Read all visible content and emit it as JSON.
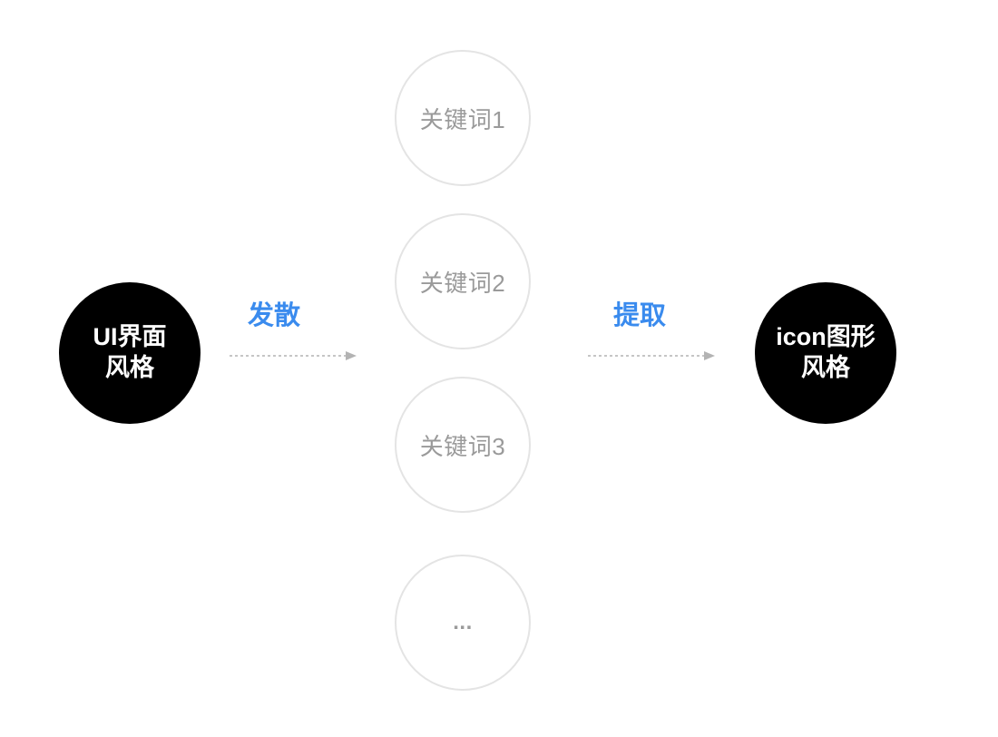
{
  "diagram": {
    "left_node": {
      "line1": "UI界面",
      "line2": "风格"
    },
    "right_node": {
      "line1": "icon图形",
      "line2": "风格"
    },
    "keywords": [
      "关键词1",
      "关键词2",
      "关键词3",
      "..."
    ],
    "diverge_label": "发散",
    "extract_label": "提取",
    "colors": {
      "accent_blue": "#3a8bee",
      "node_fill": "#000000",
      "node_text": "#ffffff",
      "keyword_border": "#e4e4e4",
      "keyword_text": "#9a9a9a",
      "arrow_gray": "#b3b3b3",
      "background": "#ffffff"
    }
  }
}
